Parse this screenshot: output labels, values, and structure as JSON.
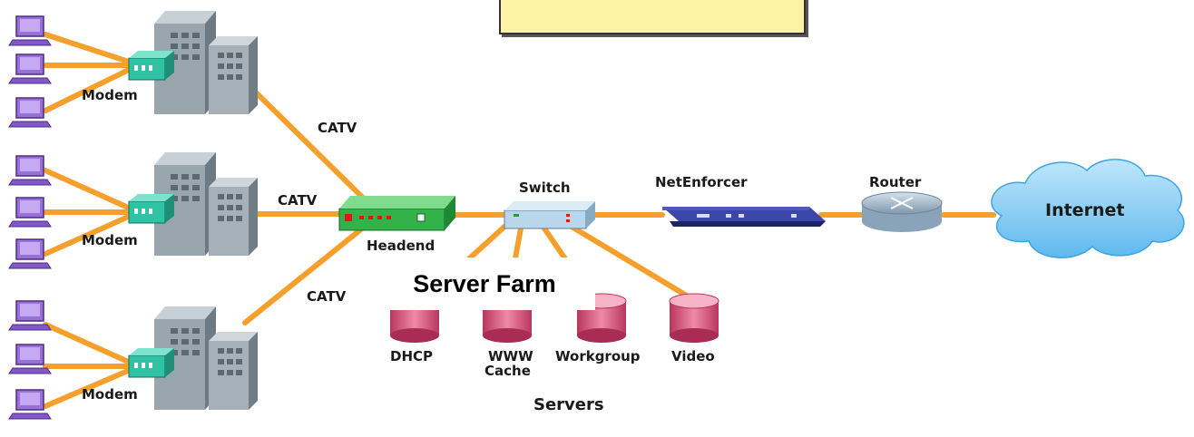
{
  "diagram": {
    "server_farm_label": "Server Farm",
    "buildings": [
      {
        "modem_label": "Modem"
      },
      {
        "modem_label": "Modem"
      },
      {
        "modem_label": "Modem"
      }
    ],
    "links": [
      {
        "label": "CATV"
      },
      {
        "label": "CATV"
      },
      {
        "label": "CATV"
      }
    ],
    "nodes": {
      "headend": "Headend",
      "switch": "Switch",
      "netenforcer": "NetEnforcer",
      "router": "Router",
      "internet": "Internet"
    },
    "servers": {
      "group_label": "Servers",
      "items": [
        {
          "label": "DHCP"
        },
        {
          "label": "WWW",
          "label2": "Cache"
        },
        {
          "label": "Workgroup"
        },
        {
          "label": "Video"
        }
      ]
    },
    "colors": {
      "link": "#f5a02c",
      "building": "#8e9aa3",
      "modem": "#2fc2a4",
      "headend": "#33b24a",
      "switch": "#b9d6ea",
      "netenforcer": "#27308a",
      "router": "#9fb4c6",
      "cloud": "#8ccff5",
      "server": "#d9577e",
      "computer": "#9b6fd8"
    }
  }
}
